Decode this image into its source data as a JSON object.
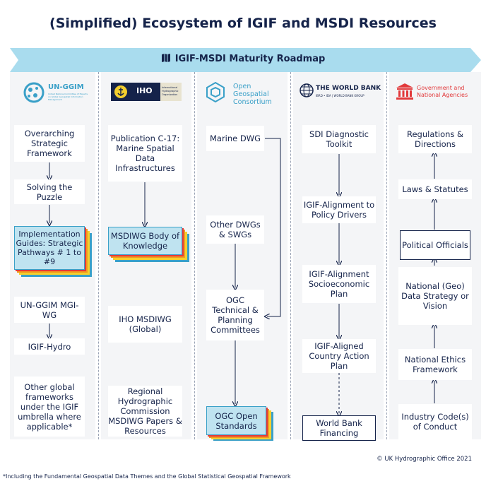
{
  "title": "(Simplified) Ecosystem of IGIF and MSDI Resources",
  "banner": {
    "label": "IGIF-MSDI Maturity Roadmap",
    "color": "#a9dcee",
    "icon": "map-icon"
  },
  "colors": {
    "navy": "#15234a",
    "highlight": "#bfe3f0",
    "stack_red": "#e2393b",
    "stack_orange": "#f29a1f",
    "stack_yellow": "#f4cf2e",
    "stack_blue": "#3aa0c8"
  },
  "logos": {
    "un_ggim": {
      "name": "UN-GGIM",
      "sub": "United Nations Committee of Experts on Global Geospatial Information Management"
    },
    "iho": {
      "name": "IHO",
      "sub": "International Hydrographic Organization"
    },
    "ogc": {
      "line1": "Open",
      "line2": "Geospatial",
      "line3": "Consortium"
    },
    "world_bank": {
      "name": "THE WORLD BANK",
      "sub": "IBRD • IDA | WORLD BANK GROUP"
    },
    "gov": {
      "line1": "Government and",
      "line2": "National Agencies"
    }
  },
  "col1": {
    "b1": "Overarching Strategic Framework",
    "b2": "Solving the Puzzle",
    "b3": "Implementation Guides: Strategic Pathways # 1 to #9",
    "b4": "UN-GGIM MGI-WG",
    "b5": "IGIF-Hydro",
    "b6": "Other global frameworks under the IGIF umbrella where applicable*"
  },
  "col2": {
    "b1": "Publication C-17: Marine Spatial Data Infrastructures",
    "b2": "MSDIWG Body of Knowledge",
    "b3": "IHO MSDIWG (Global)",
    "b4": "Regional Hydrographic Commission MSDIWG Papers & Resources"
  },
  "col3": {
    "b1": "Marine DWG",
    "b2": "Other DWGs & SWGs",
    "b3": "OGC Technical & Planning Committees",
    "b4": "OGC Open Standards"
  },
  "col4": {
    "b1": "SDI Diagnostic Toolkit",
    "b2": "IGIF-Alignment to Policy Drivers",
    "b3": "IGIF-Alignment Socioeconomic Plan",
    "b4": "IGIF-Aligned Country Action Plan",
    "b5": "World Bank Financing"
  },
  "col5": {
    "b1": "Regulations & Directions",
    "b2": "Laws & Statutes",
    "b3": "Political Officials",
    "b4": "National (Geo) Data Strategy or Vision",
    "b5": "National Ethics Framework",
    "b6": "Industry Code(s) of Conduct"
  },
  "copyright": "© UK Hydrographic Office 2021",
  "footnote": "*Including the Fundamental Geospatial Data Themes and the Global Statistical Geospatial Framework"
}
